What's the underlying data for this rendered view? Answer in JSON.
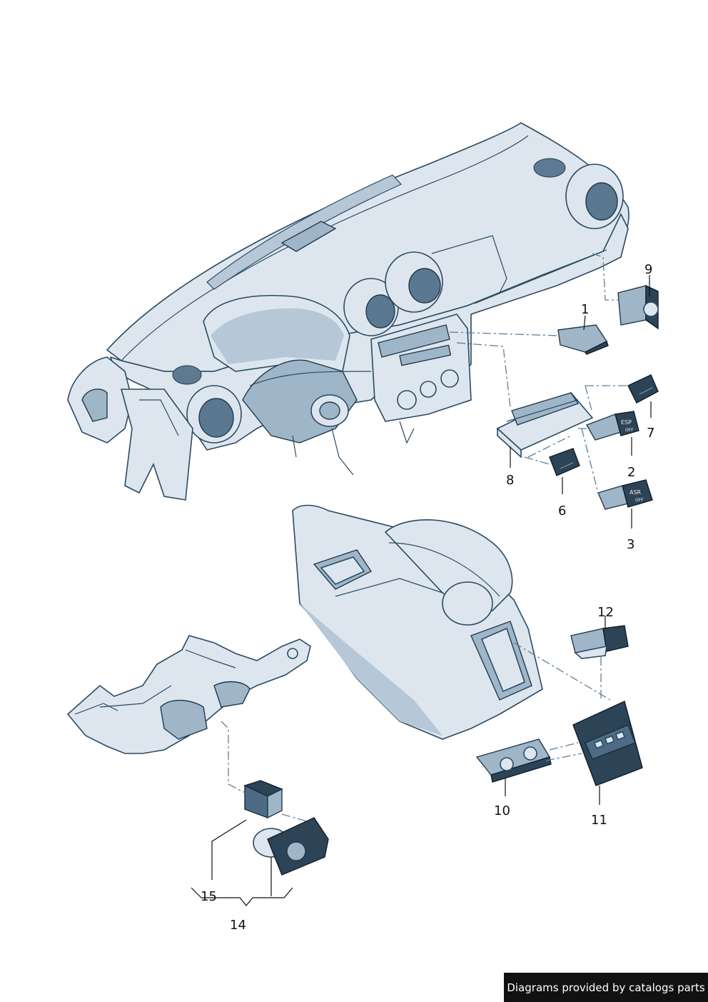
{
  "callouts": {
    "c1": "1",
    "c2": "2",
    "c3": "3",
    "c6": "6",
    "c7": "7",
    "c8": "8",
    "c9": "9",
    "c10": "10",
    "c11": "11",
    "c12": "12",
    "c14": "14",
    "c15": "15"
  },
  "switch_labels": {
    "esp": "ESP",
    "esp_off": "OFF",
    "asr": "ASR",
    "asr_off": "OFF"
  },
  "footer": {
    "credit": "Diagrams provided by catalogs parts"
  },
  "colors": {
    "part_fill": "#dde6ee",
    "outline": "#2b4a63",
    "dark_part": "#2d4356",
    "badge_background": "#111111",
    "badge_text": "#ffffff"
  }
}
